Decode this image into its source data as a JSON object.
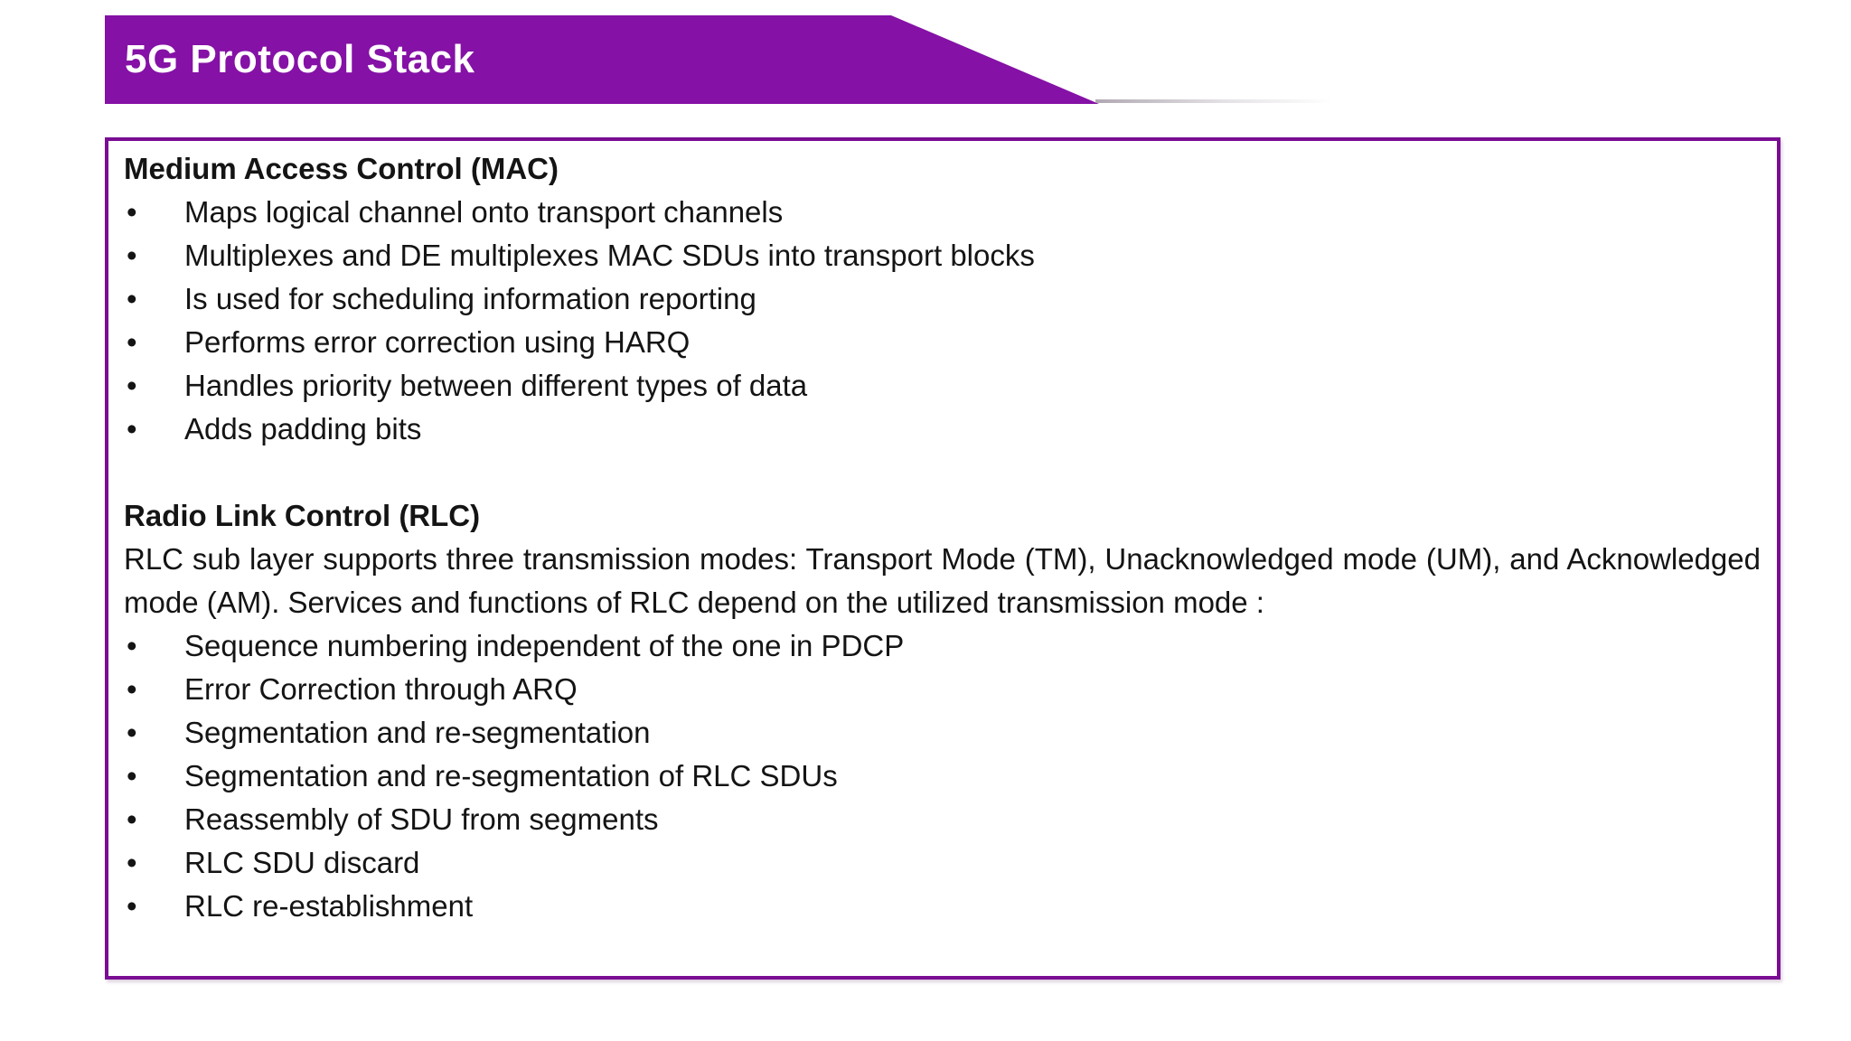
{
  "slide": {
    "title": "5G Protocol Stack",
    "bullet_char": "•",
    "colors": {
      "banner_purple": "#8511A6",
      "box_border_purple": "#7A0D93",
      "title_text": "#FFFFFF",
      "body_text": "#141414",
      "background": "#FFFFFF"
    },
    "sections": [
      {
        "heading": "Medium Access Control (MAC)",
        "bullets": [
          "Maps logical channel onto transport channels",
          "Multiplexes and DE multiplexes MAC SDUs into transport blocks",
          "Is used for scheduling information reporting",
          "Performs error correction using HARQ",
          "Handles priority between different types of data",
          "Adds padding bits"
        ]
      },
      {
        "heading": "Radio Link Control (RLC)",
        "intro": "RLC sub layer supports three transmission modes: Transport Mode (TM), Unacknowledged mode (UM), and Acknowledged mode (AM). Services and functions of RLC depend on the utilized transmission mode :",
        "bullets": [
          "Sequence numbering independent of the one in PDCP",
          "Error Correction through ARQ",
          "Segmentation and re-segmentation",
          "Segmentation and re-segmentation of RLC SDUs",
          "Reassembly of SDU from segments",
          "RLC SDU discard",
          "RLC re-establishment"
        ]
      }
    ]
  }
}
